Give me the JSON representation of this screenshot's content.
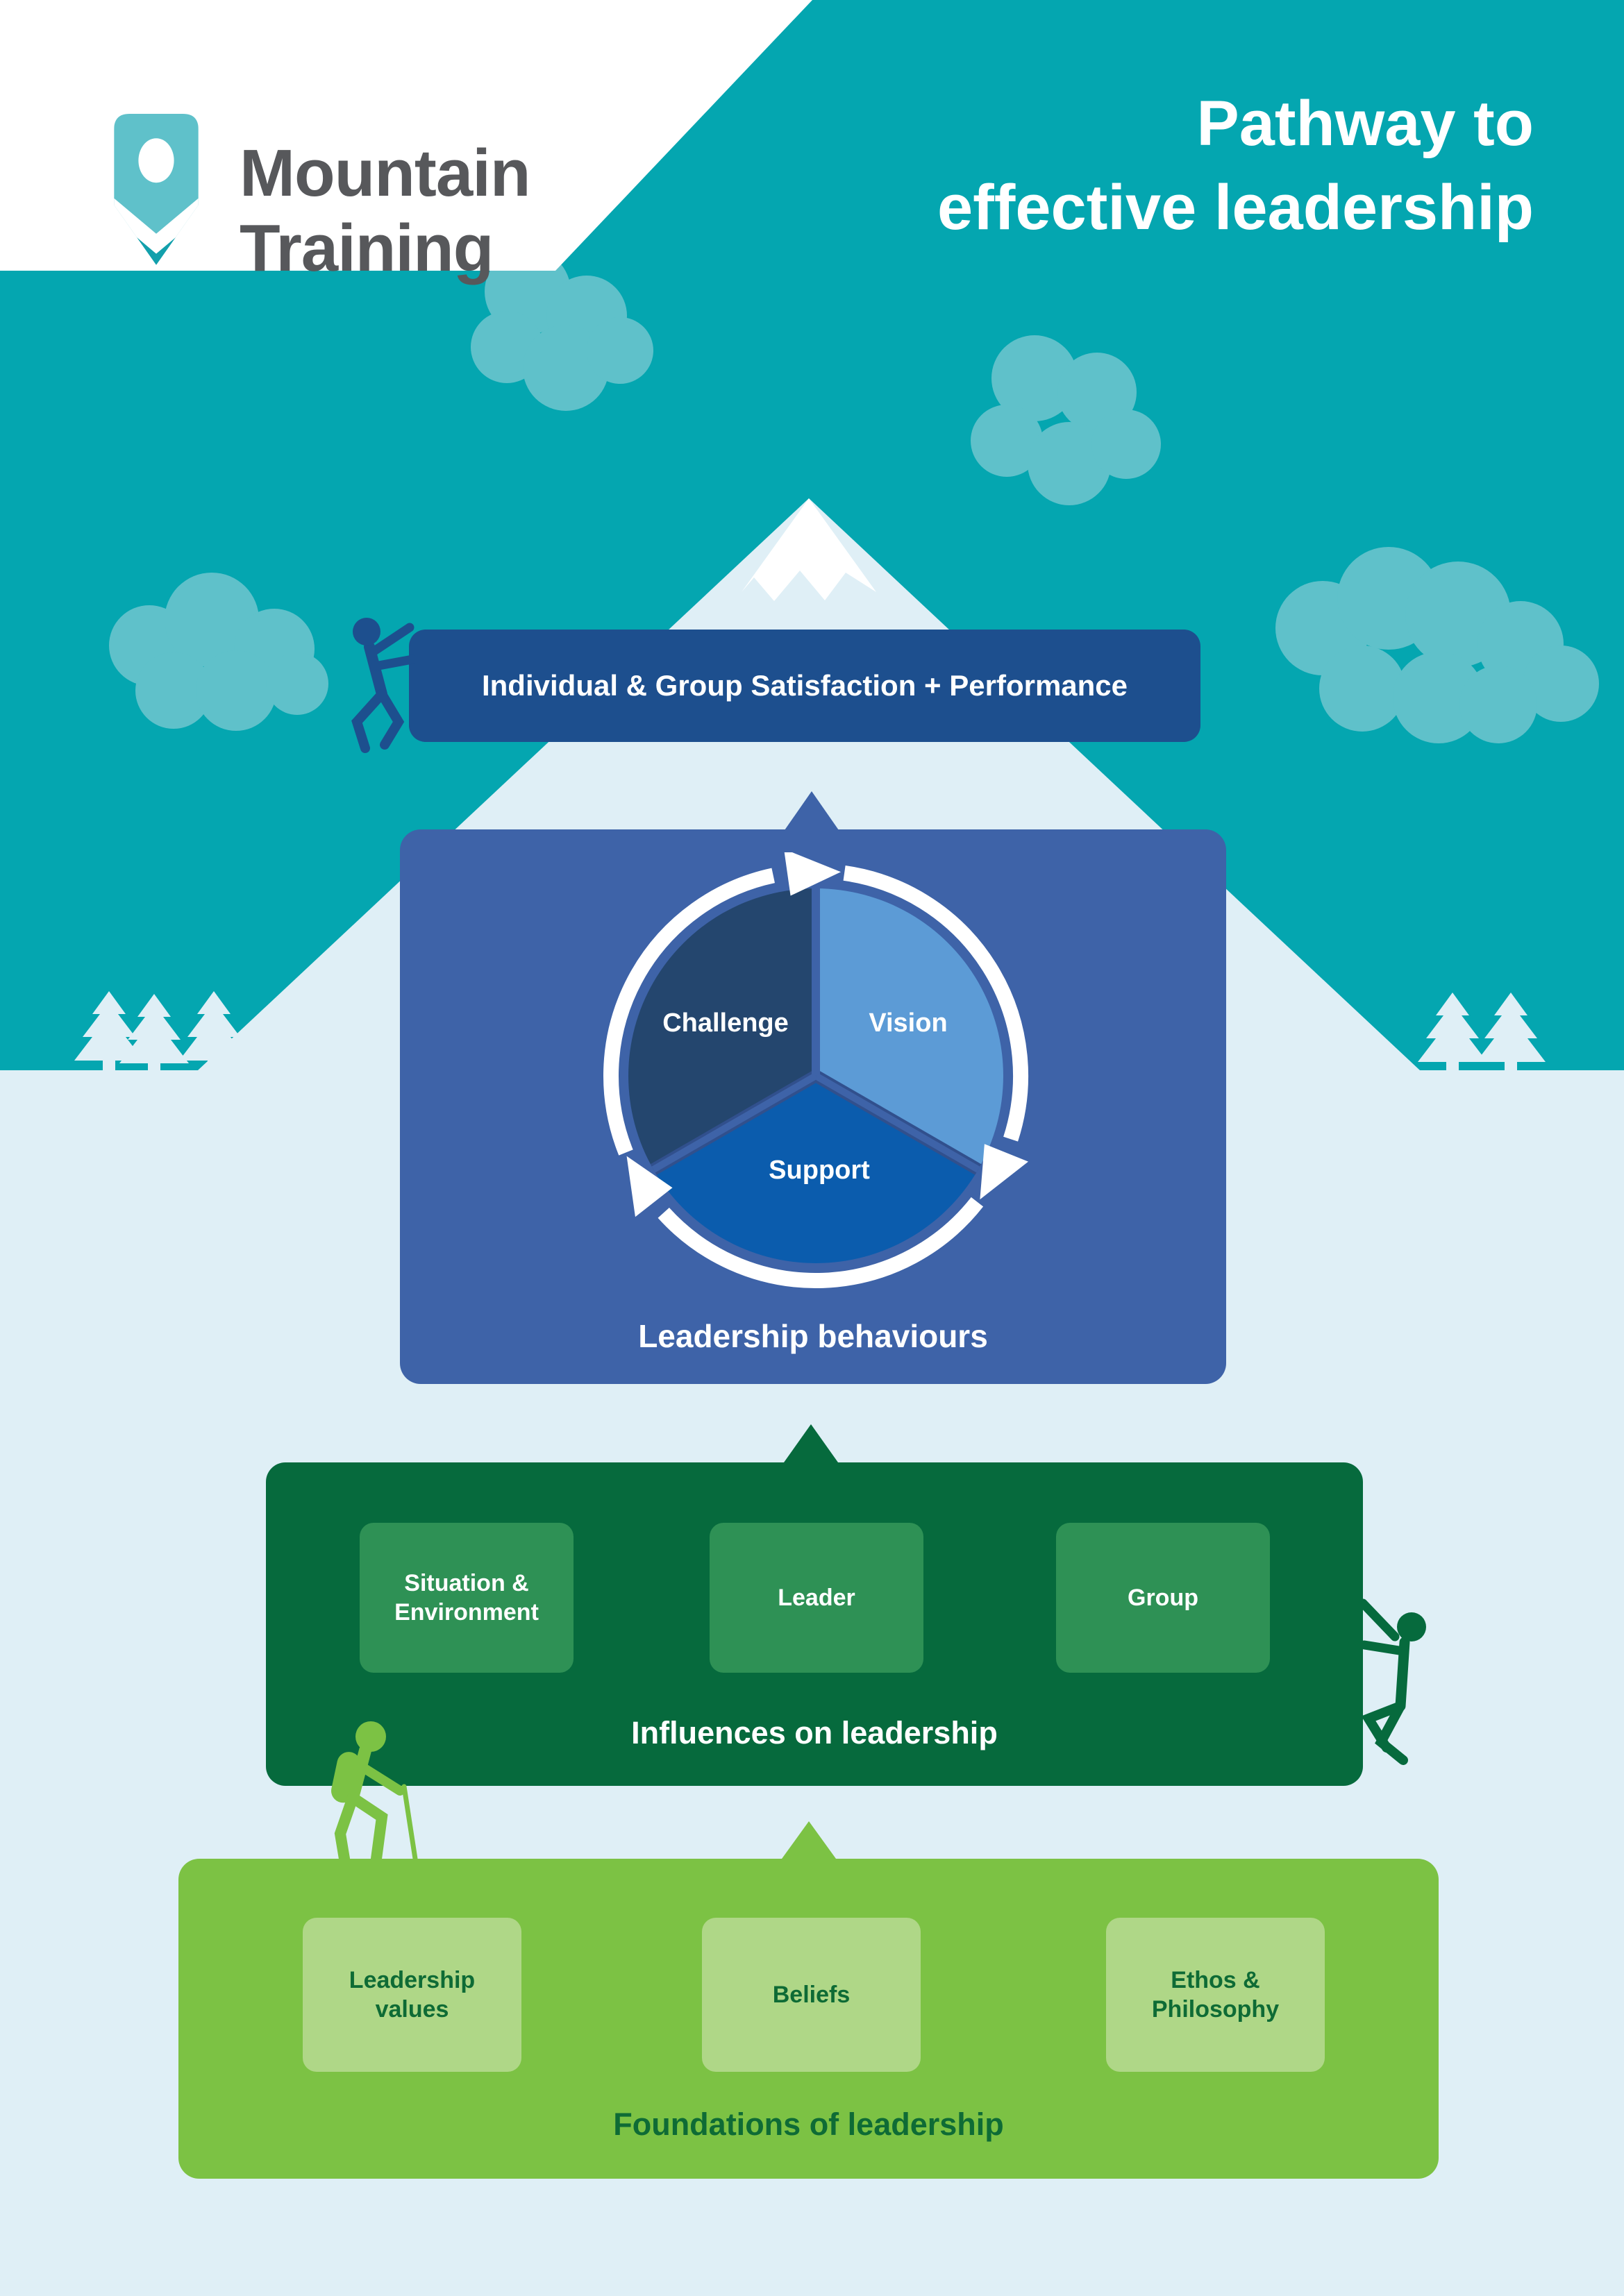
{
  "header": {
    "logo": {
      "line1": "Mountain",
      "line2": "Training"
    },
    "title": {
      "line1": "Pathway to",
      "line2": "effective leadership"
    }
  },
  "banner": {
    "label": "Individual & Group Satisfaction + Performance"
  },
  "behaviours": {
    "title": "Leadership behaviours",
    "segments": [
      {
        "label": "Challenge",
        "color": "#24466E"
      },
      {
        "label": "Vision",
        "color": "#5C9BD6"
      },
      {
        "label": "Support",
        "color": "#0B5CAD"
      }
    ]
  },
  "influences": {
    "title": "Influences on leadership",
    "items": [
      "Situation & Environment",
      "Leader",
      "Group"
    ]
  },
  "foundations": {
    "title": "Foundations of leadership",
    "items": [
      "Leadership values",
      "Beliefs",
      "Ethos & Philosophy"
    ]
  },
  "colors": {
    "sky_teal": "#04A6B0",
    "cloud_teal": "#5FC1CA",
    "ground_pale": "#DFEFF6",
    "snow_white": "#FFFFFF",
    "banner_blue": "#1D4F8E",
    "box_blue": "#3E63A8",
    "dark_green": "#066A3D",
    "mid_green": "#2E9155",
    "light_green": "#7CC244",
    "lighter_green": "#AFD787",
    "green_text": "#0E6B35",
    "logo_gray": "#57585B"
  },
  "icons": {
    "logo_mark": "mountain-training-pin",
    "figures": [
      "climber-icon-blue",
      "climber-icon-green",
      "hiker-icon"
    ],
    "scenery": [
      "mountain",
      "snow-cap",
      "pine-tree-icon",
      "cloud-icon"
    ],
    "cycle": "circular-arrows-icon"
  }
}
